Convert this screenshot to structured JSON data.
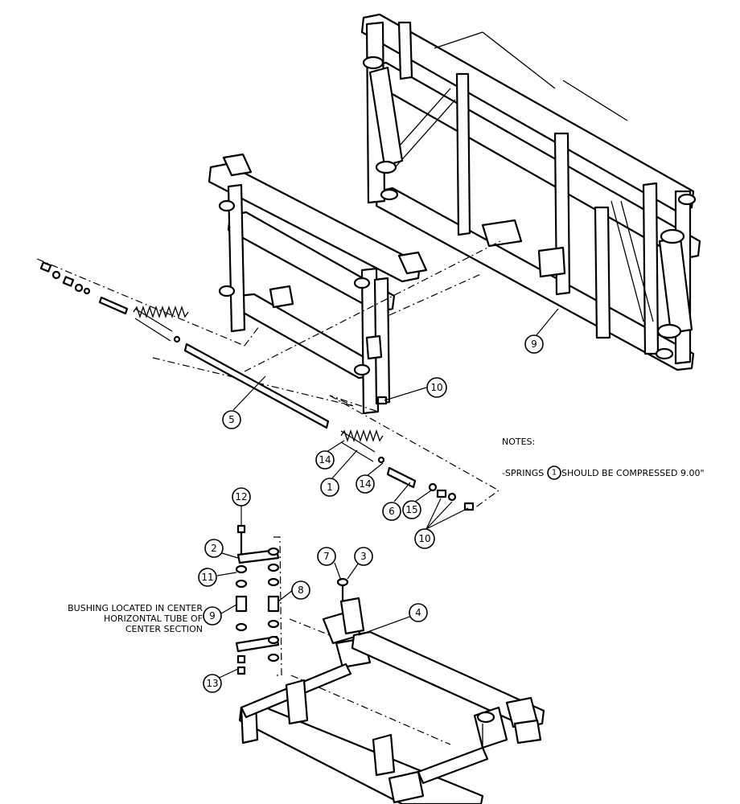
{
  "notes": {
    "heading": "NOTES:",
    "line_prefix": "-SPRINGS",
    "line_ref": "1",
    "line_suffix": "SHOULD BE COMPRESSED 9.00\""
  },
  "bushing_note": {
    "line1": "BUSHING LOCATED IN CENTER",
    "line2": "HORIZONTAL TUBE OF",
    "line3": "CENTER SECTION"
  },
  "callouts": {
    "c1": "1",
    "c2": "2",
    "c3": "3",
    "c4": "4",
    "c5": "5",
    "c6": "6",
    "c7": "7",
    "c8": "8",
    "c9a": "9",
    "c9b": "9",
    "c10a": "10",
    "c10b": "10",
    "c11": "11",
    "c12": "12",
    "c13": "13",
    "c14a": "14",
    "c14b": "14",
    "c15": "15"
  }
}
